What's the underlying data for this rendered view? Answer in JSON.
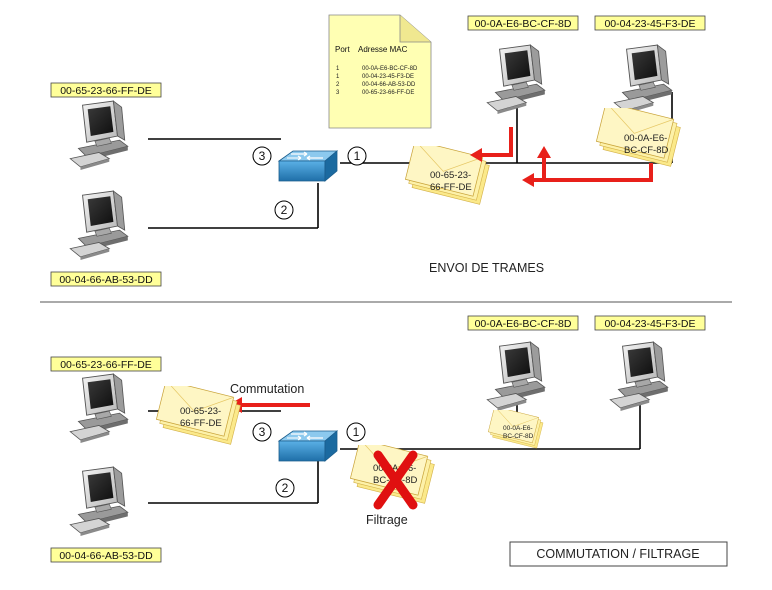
{
  "mac_table": {
    "headers": [
      "Port",
      "Adresse MAC"
    ],
    "rows": [
      {
        "port": "1",
        "mac": "00-0A-E6-BC-CF-8D"
      },
      {
        "port": "1",
        "mac": "00-04-23-45-F3-DE"
      },
      {
        "port": "2",
        "mac": "00-04-66-AB-53-DD"
      },
      {
        "port": "3",
        "mac": "00-65-23-66-FF-DE"
      }
    ]
  },
  "top": {
    "hosts": {
      "left_top": "00-65-23-66-FF-DE",
      "left_bottom": "00-04-66-AB-53-DD",
      "right_a": "00-0A-E6-BC-CF-8D",
      "right_b": "00-04-23-45-F3-DE"
    },
    "ports": {
      "p1": "1",
      "p2": "2",
      "p3": "3"
    },
    "frames": {
      "frame_dest": [
        "00-65-23-",
        "66-FF-DE"
      ],
      "frame_src": [
        "00-0A-E6-",
        "BC-CF-8D"
      ]
    },
    "caption": "ENVOI DE TRAMES"
  },
  "bottom": {
    "hosts": {
      "left_top": "00-65-23-66-FF-DE",
      "left_bottom": "00-04-66-AB-53-DD",
      "right_a": "00-0A-E6-BC-CF-8D",
      "right_b": "00-04-23-45-F3-DE"
    },
    "ports": {
      "p1": "1",
      "p2": "2",
      "p3": "3"
    },
    "frames": {
      "frame_commuted": [
        "00-65-23-",
        "66-FF-DE"
      ],
      "frame_filtered": [
        "00-0A-E6-",
        "BC-CF-8D"
      ],
      "frame_small": [
        "00-0A-E6-",
        "BC-CF-8D"
      ]
    },
    "commutation_label": "Commutation",
    "filtrage_label": "Filtrage",
    "caption_box": "COMMUTATION / FILTRAGE"
  },
  "colors": {
    "label_bg": "#ffff99",
    "arrow": "#e8201a",
    "switch": "#2b87c6",
    "frame": "#fbe98a"
  }
}
